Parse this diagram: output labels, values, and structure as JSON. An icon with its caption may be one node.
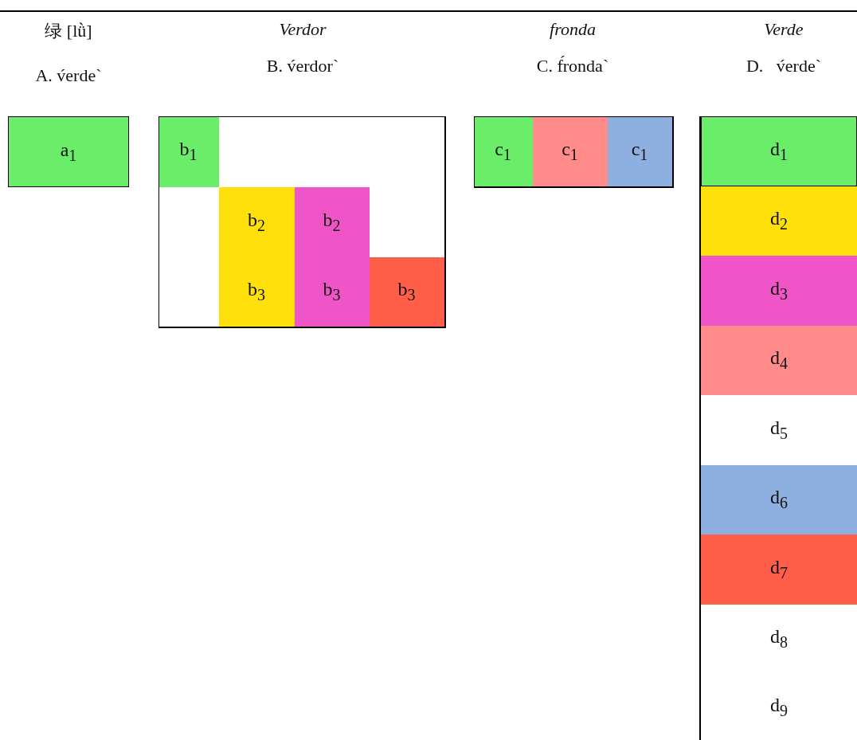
{
  "diagram": {
    "nodes": [
      {
        "text": [
          "a$_{1}$"
        ]
      },
      {
        "text": [],
        "shape": "box"
      },
      {
        "text": [
          "b$_{1}$"
        ],
        "in": 1
      },
      {
        "text": [
          "b$_{2}$"
        ],
        "in": 1
      },
      {
        "text": [
          "b$_{2}$"
        ],
        "in": 1
      },
      {
        "text": [
          "b$_{3}$"
        ],
        "in": 1
      },
      {
        "text": [
          "b$_{3}$"
        ],
        "in": 1
      },
      {
        "text": [
          "b$_{3}$"
        ],
        "in": 1
      },
      {
        "text": [],
        "shape": "box"
      },
      {
        "text": [
          "c$_{1}$"
        ],
        "in": 8
      },
      {
        "text": [
          "c$_{1}$"
        ],
        "in": 8
      },
      {
        "text": [
          "c$_{1}$"
        ],
        "in": 8
      },
      {
        "text": [
          "d$_{1}$"
        ]
      },
      {
        "text": [
          "d$_{2}$"
        ]
      },
      {
        "text": [
          "d$_{3}$"
        ]
      },
      {
        "text": [
          "d$_{4}$"
        ]
      },
      {
        "text": [
          "d$_{5}$"
        ]
      },
      {
        "text": [
          "d$_{6}$"
        ]
      },
      {
        "text": [
          "d$_{7}$"
        ]
      },
      {
        "text": [
          "d$_{8}$"
        ]
      },
      {
        "text": [
          "d$_{9}$"
        ]
      }
    ],
    "edges": [],
    "labels": [
      "绿 [lǜ]",
      "Verdor",
      "fronda",
      "Verde",
      "A. v́erde`",
      "B. v́erdor`",
      "C. f́ronda`",
      "D.   v́erde`"
    ]
  }
}
